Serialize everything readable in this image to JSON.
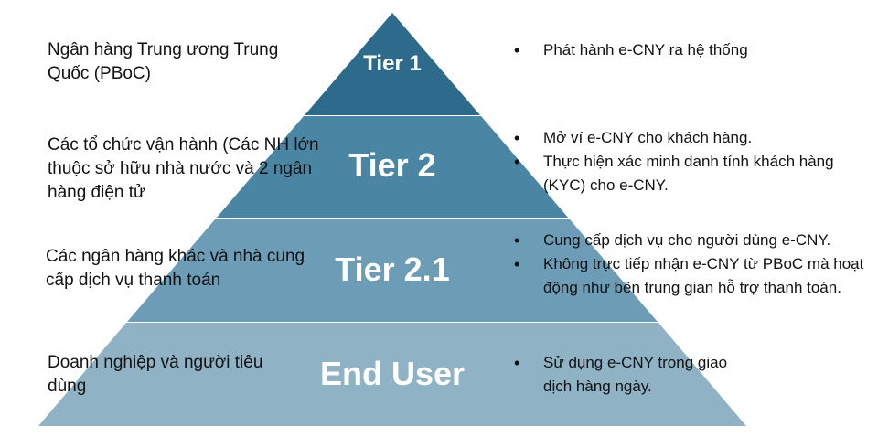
{
  "tiers": [
    {
      "label": "Tier 1",
      "color": "#2e6a8b",
      "left_text": "Ngân hàng Trung ương Trung Quốc (PBoC)",
      "bullets": [
        "Phát hành e-CNY ra hệ thống"
      ]
    },
    {
      "label": "Tier 2",
      "color": "#4a85a3",
      "left_text": "Các tổ chức vận hành (Các NH lớn thuộc sở hữu nhà nước và 2 ngân hàng điện tử",
      "bullets": [
        "Mở ví e-CNY cho khách hàng.",
        "Thực hiện xác minh danh tính khách hàng (KYC) cho e-CNY."
      ]
    },
    {
      "label": "Tier 2.1",
      "color": "#6d9db6",
      "left_text": "Các ngân hàng khác và nhà cung cấp dịch vụ thanh toán",
      "bullets": [
        "Cung cấp dịch vụ cho người dùng e-CNY.",
        "Không trực tiếp nhận e-CNY từ PBoC mà hoạt động như bên trung gian hỗ trợ thanh toán."
      ]
    },
    {
      "label": "End User",
      "color": "#8fb2c5",
      "left_text": "Doanh nghiệp và người tiêu dùng",
      "bullets": [
        "Sử dụng e-CNY trong giao dịch hàng ngày."
      ]
    }
  ]
}
